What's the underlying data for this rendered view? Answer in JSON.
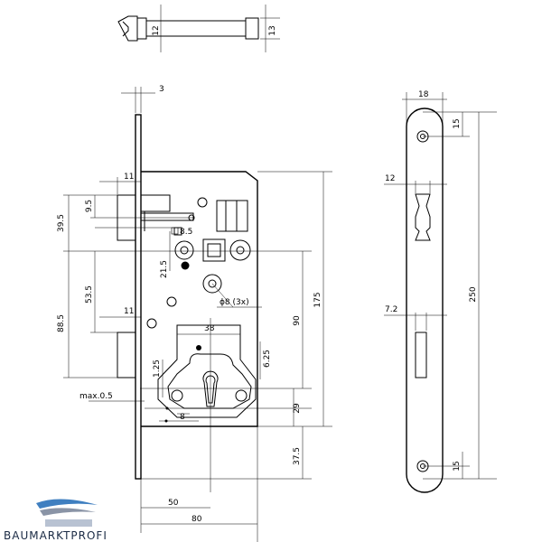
{
  "brand": {
    "name": "BAUMARKTPROFI",
    "colors": {
      "swoosh_blue": "#3f7fc0",
      "swoosh_grey": "#8a94a6",
      "text": "#1a2a44"
    }
  },
  "dimensions": {
    "top_bolt_12": "12",
    "top_bolt_13": "13",
    "faceplate_3": "3",
    "backset_11_top": "11",
    "dim_39_5": "39.5",
    "dim_9_5": "9.5",
    "sq_8_5": "8.5",
    "dim_21_5": "21.5",
    "dim_53_5": "53.5",
    "dim_88_5": "88.5",
    "backset_11_mid": "11",
    "hole_dia": "ϕ8 (3x)",
    "dim_38": "38",
    "dim_1_25": "1.25",
    "dim_6_25": "6.25",
    "max_0_5": "max.0.5",
    "dim_8": "8",
    "dim_29": "29",
    "dim_90": "90",
    "dim_175": "175",
    "dim_37_5": "37.5",
    "dim_50": "50",
    "dim_80": "80",
    "side_18": "18",
    "side_15_top": "15",
    "side_12": "12",
    "side_7_2": "7.2",
    "side_250": "250",
    "side_15_bottom": "15"
  }
}
